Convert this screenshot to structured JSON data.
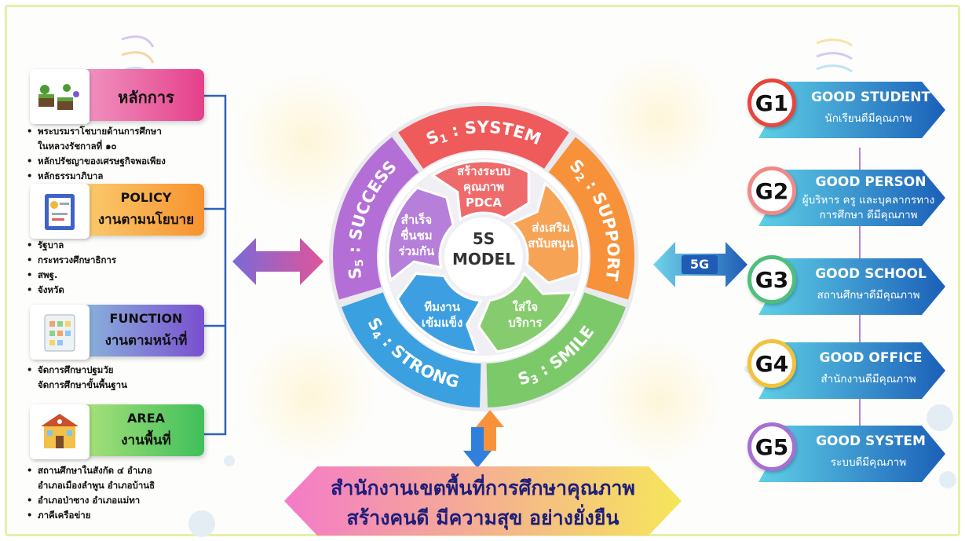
{
  "left_panel": {
    "principles": {
      "title": "หลักการ",
      "items": [
        "พระบรมราโชบายด้านการศึกษา",
        "ในหลวงรัชกาลที่ ๑๐",
        "หลักปรัชญาของเศรษฐกิจพอเพียง",
        "หลักธรรมาภิบาล"
      ]
    },
    "policy": {
      "title": "POLICY",
      "subtitle": "งานตามนโยบาย",
      "items": [
        "รัฐบาล",
        "กระทรวงศึกษาธิการ",
        "สพฐ.",
        "จังหวัด"
      ]
    },
    "function": {
      "title": "FUNCTION",
      "subtitle": "งานตามหน้าที่",
      "items": [
        "จัดการศึกษาปฐมวัย",
        "จัดการศึกษาขั้นพื้นฐาน"
      ]
    },
    "area": {
      "title": "AREA",
      "subtitle": "งานพื้นที่",
      "items": [
        "สถานศึกษาในสังกัด ๔ อำเภอ",
        "อำเภอเมืองลำพูน อำเภอบ้านธิ",
        "อำเภอป่าซาง อำเภอแม่ทา",
        "ภาคีเครือข่าย"
      ]
    }
  },
  "model": {
    "center_line1": "5S",
    "center_line2": "MODEL",
    "ring": [
      {
        "label": "S1 : SYSTEM",
        "s": "S",
        "n": "1",
        "rest": " : SYSTEM",
        "color": "#ef5a5a"
      },
      {
        "label": "S2 : SUPPORT",
        "s": "S",
        "n": "2",
        "rest": " : SUPPORT",
        "color": "#f7923a"
      },
      {
        "label": "S3 : SMILE",
        "s": "S",
        "n": "3",
        "rest": " : SMILE",
        "color": "#7cc96a"
      },
      {
        "label": "S4 : STRONG",
        "s": "S",
        "n": "4",
        "rest": " : STRONG",
        "color": "#3aa0e0"
      },
      {
        "label": "S5 : SUCCESS",
        "s": "S",
        "n": "5",
        "rest": " : SUCCESS",
        "color": "#b46fd6"
      }
    ],
    "arrows": [
      {
        "lines": [
          "สร้างระบบ",
          "คุณภาพ",
          "PDCA"
        ],
        "color": "#ef6a6a"
      },
      {
        "lines": [
          "ส่งเสริม",
          "สนับสนุน"
        ],
        "color": "#f7a356"
      },
      {
        "lines": [
          "ใส่ใจ",
          "บริการ"
        ],
        "color": "#86cc6e"
      },
      {
        "lines": [
          "ทีมงาน",
          "เข้มแข็ง"
        ],
        "color": "#3d9fe2"
      },
      {
        "lines": [
          "สำเร็จ",
          "ชื่นชม",
          "ร่วมกัน"
        ],
        "color": "#b67fd9"
      }
    ]
  },
  "five_g_label": "5G",
  "goals": [
    {
      "badge": "G1",
      "title": "GOOD STUDENT",
      "subtitle": [
        "นักเรียนดีมีคุณภาพ"
      ],
      "ring_color": "#e8453c"
    },
    {
      "badge": "G2",
      "title": "GOOD PERSON",
      "subtitle": [
        "ผู้บริหาร ครู และบุคลากรทาง",
        "การศึกษา ดีมีคุณภาพ"
      ],
      "ring_color": "#f08a8a"
    },
    {
      "badge": "G3",
      "title": "GOOD SCHOOL",
      "subtitle": [
        "สถานศึกษาดีมีคุณภาพ"
      ],
      "ring_color": "#4fbf7a"
    },
    {
      "badge": "G4",
      "title": "GOOD OFFICE",
      "subtitle": [
        "สำนักงานดีมีคุณภาพ"
      ],
      "ring_color": "#f2c23a"
    },
    {
      "badge": "G5",
      "title": "GOOD SYSTEM",
      "subtitle": [
        "ระบบดีมีคุณภาพ"
      ],
      "ring_color": "#a66fd4"
    }
  ],
  "banner": {
    "line1": "สำนักงานเขตพื้นที่การศึกษาคุณภาพ",
    "line2": "สร้างคนดี มีความสุข อย่างยั่งยืน"
  },
  "colors": {
    "connector": "#2e63b8",
    "goal_gradient_start": "#5fd0e6",
    "goal_gradient_end": "#1b5fb8",
    "banner_start": "#f47ac8",
    "banner_end": "#f6e65a"
  }
}
